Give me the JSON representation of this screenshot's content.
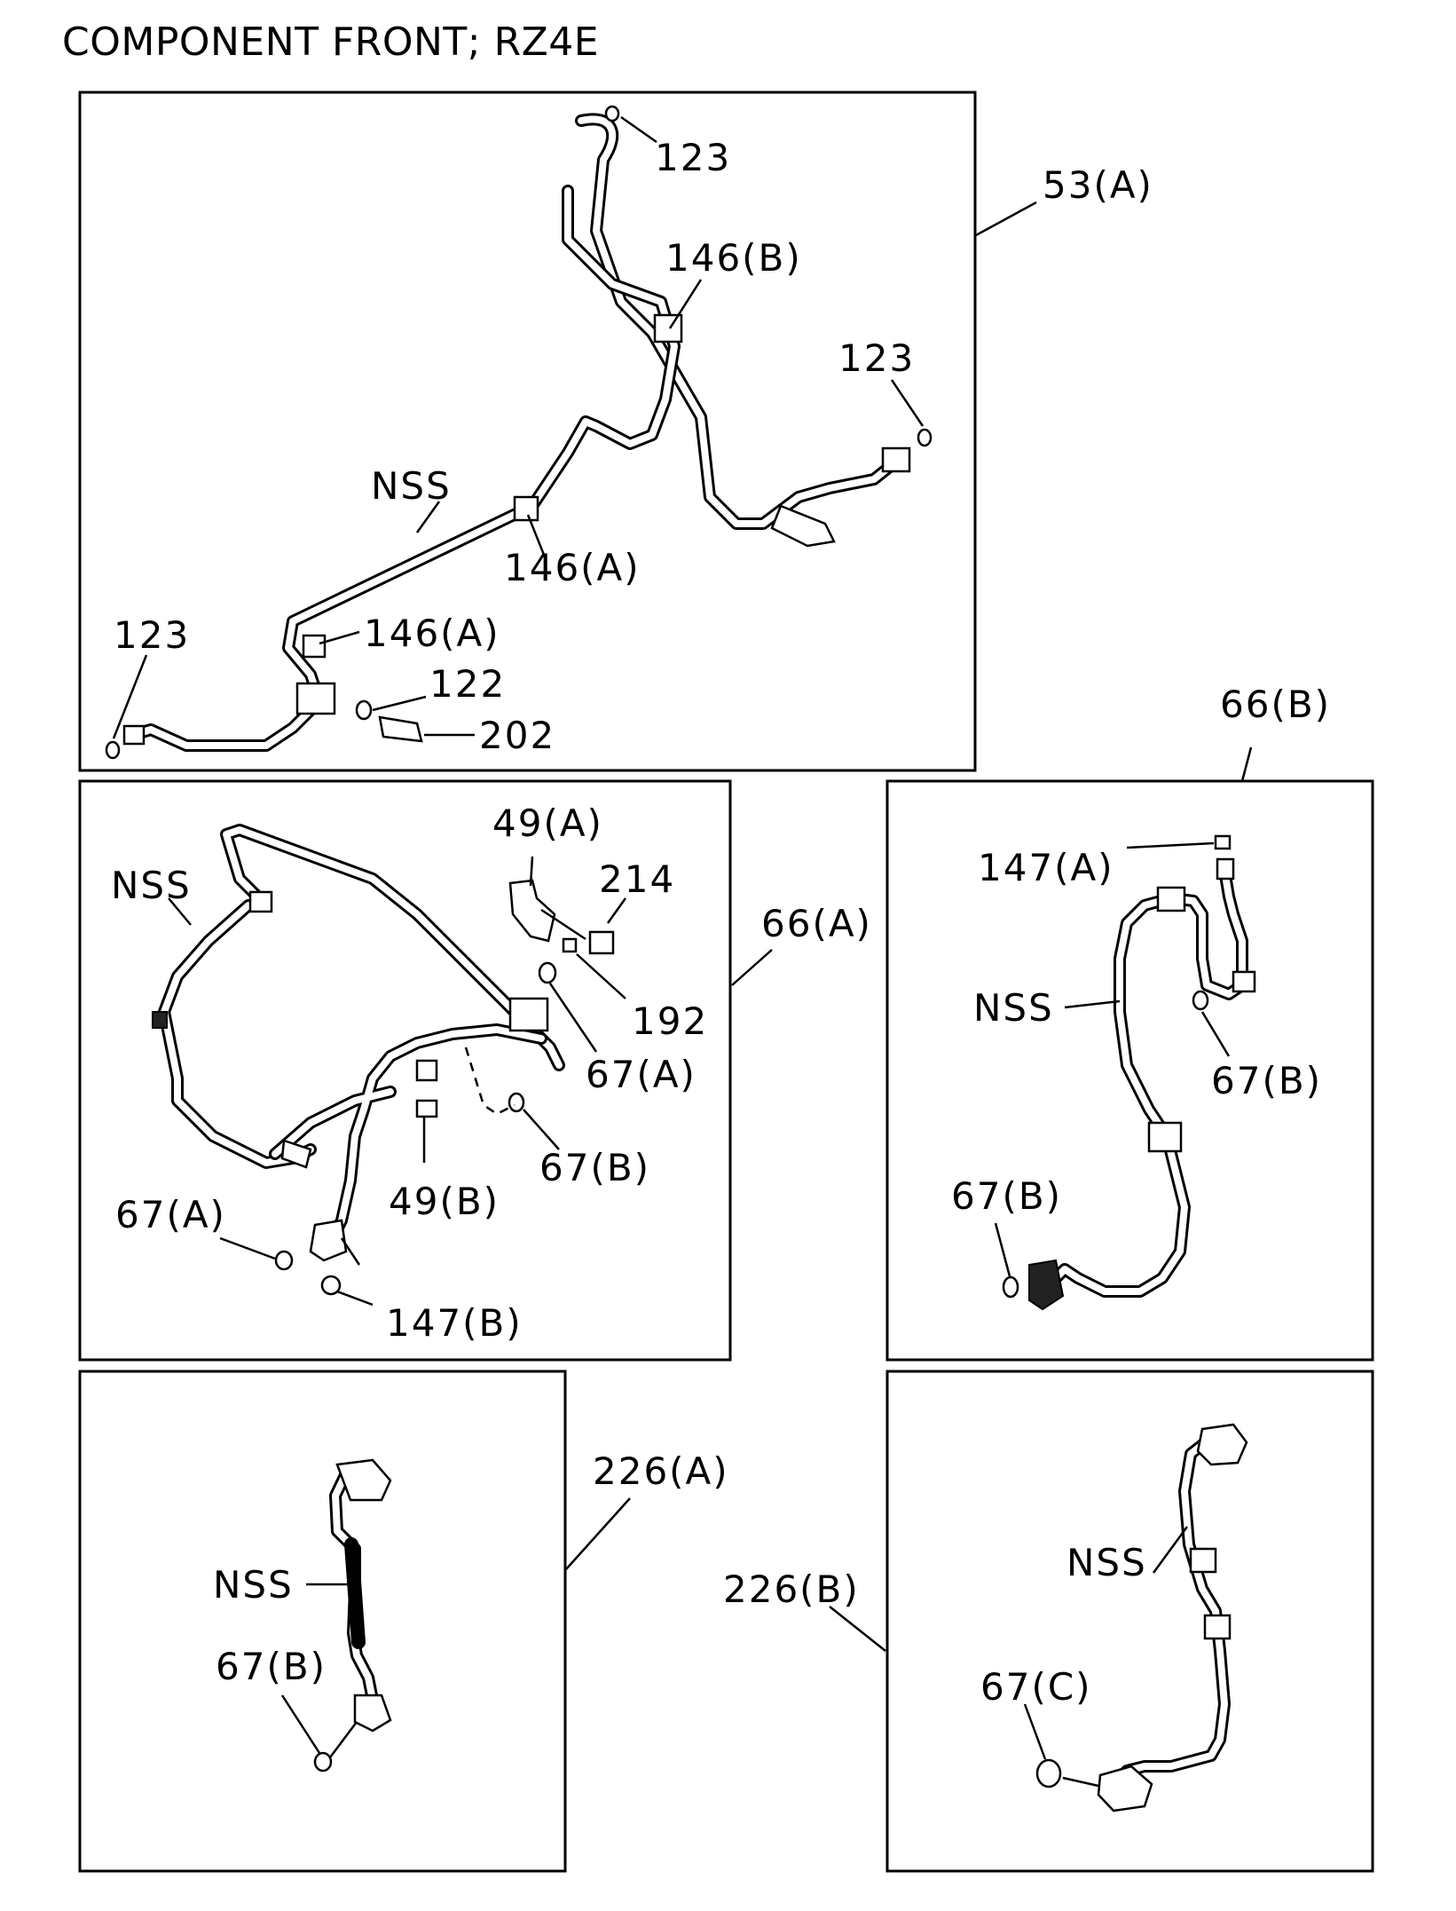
{
  "title": "COMPONENT FRONT; RZ4E",
  "panels": {
    "p53a": {
      "ref": "53(A)",
      "labels": {
        "o_ring_top": "123",
        "clamp_b": "146(B)",
        "o_ring_right": "123",
        "nss": "NSS",
        "clamp_a_mid": "146(A)",
        "o_ring_left": "123",
        "clamp_a_low": "146(A)",
        "o_ring_switch": "122",
        "switch": "202"
      }
    },
    "p66a": {
      "ref": "66(A)",
      "labels": {
        "bracket": "49(A)",
        "nut": "214",
        "nss": "NSS",
        "bolt": "192",
        "o_ring_a_top": "67(A)",
        "o_ring_b": "67(B)",
        "bracket_b": "49(B)",
        "o_ring_a_low": "67(A)",
        "cap": "147(B)"
      }
    },
    "p66b": {
      "ref": "66(B)",
      "labels": {
        "cap": "147(A)",
        "nss": "NSS",
        "o_ring_top": "67(B)",
        "o_ring_low": "67(B)"
      }
    },
    "p226a": {
      "ref": "226(A)",
      "labels": {
        "nss": "NSS",
        "o_ring": "67(B)"
      }
    },
    "p226b": {
      "ref": "226(B)",
      "labels": {
        "nss": "NSS",
        "o_ring": "67(C)"
      }
    }
  }
}
